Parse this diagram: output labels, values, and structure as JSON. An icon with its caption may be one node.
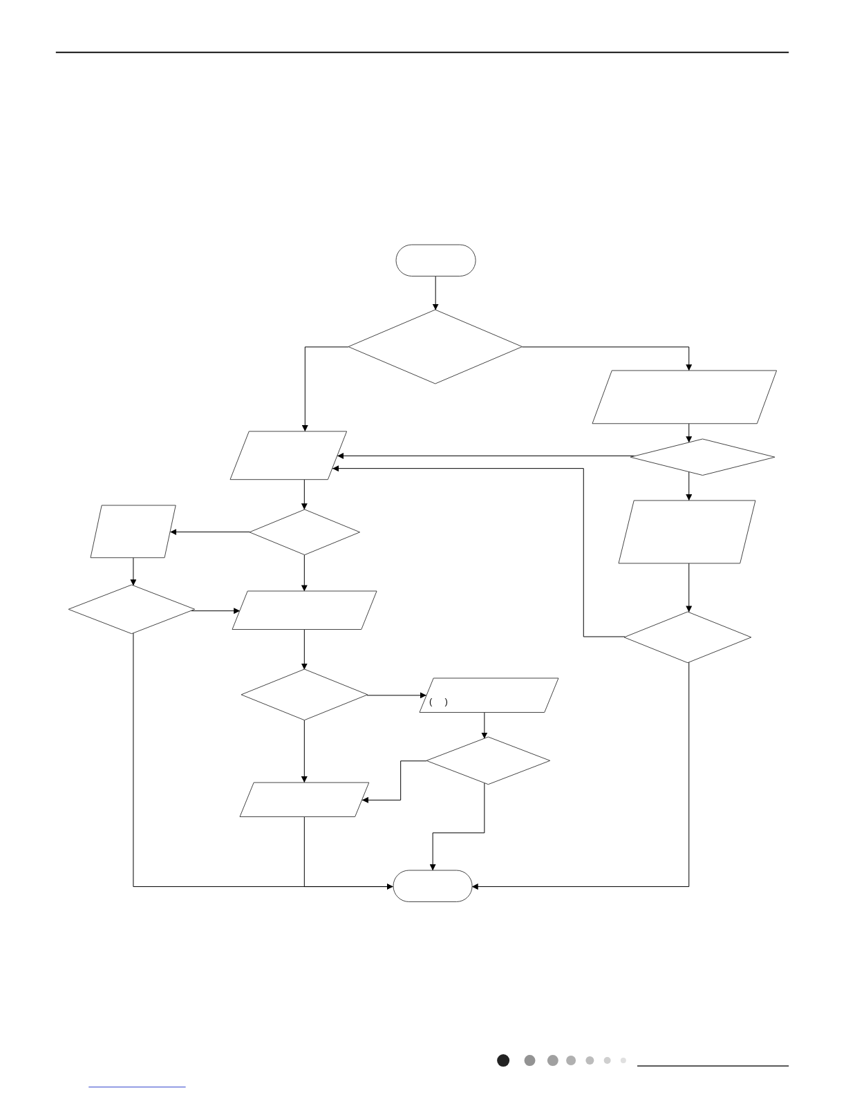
{
  "diagram": {
    "nodes": [
      {
        "text": [],
        "shape": "pill"
      },
      {
        "text": [],
        "shape": "diamond"
      },
      {
        "text": [],
        "shape": "parallelogram"
      },
      {
        "text": [],
        "shape": "parallelogram"
      },
      {
        "text": [],
        "shape": "diamond"
      },
      {
        "text": [],
        "shape": "parallelogram"
      },
      {
        "text": [],
        "shape": "diamond"
      },
      {
        "text": [],
        "shape": "parallelogram"
      },
      {
        "text": [],
        "shape": "diamond"
      },
      {
        "text": [],
        "shape": "parallelogram"
      },
      {
        "text": [],
        "shape": "diamond"
      },
      {
        "text": [],
        "shape": "diamond"
      },
      {
        "text": [
          "(     )"
        ]
      },
      {
        "text": [],
        "shape": "diamond"
      },
      {
        "text": [],
        "shape": "parallelogram"
      },
      {
        "text": [],
        "shape": "pill"
      }
    ],
    "edges": [
      {
        "from": 0,
        "to": 1,
        "arrow": "to"
      },
      {
        "from": 1,
        "to": 3,
        "arrow": "to"
      },
      {
        "from": 1,
        "to": 2,
        "arrow": "to"
      },
      {
        "from": 2,
        "to": 4,
        "arrow": "to"
      },
      {
        "from": 4,
        "to": 3,
        "arrow": "to"
      },
      {
        "from": 4,
        "to": 5,
        "arrow": "to"
      },
      {
        "from": 5,
        "to": 10,
        "arrow": "to"
      },
      {
        "from": 10,
        "to": 3,
        "arrow": "to"
      },
      {
        "from": 3,
        "to": 6,
        "arrow": "to"
      },
      {
        "from": 6,
        "to": 7,
        "arrow": "to"
      },
      {
        "from": 6,
        "to": 9,
        "arrow": "to"
      },
      {
        "from": 7,
        "to": 8,
        "arrow": "to"
      },
      {
        "from": 8,
        "to": 9,
        "arrow": "to"
      },
      {
        "from": 8,
        "to": 15,
        "arrow": "to"
      },
      {
        "from": 9,
        "to": 11,
        "arrow": "to"
      },
      {
        "from": 11,
        "to": 12,
        "arrow": "to"
      },
      {
        "from": 11,
        "to": 14,
        "arrow": "to"
      },
      {
        "from": 12,
        "to": 13,
        "arrow": "to"
      },
      {
        "from": 13,
        "to": 14,
        "arrow": "to"
      },
      {
        "from": 13,
        "to": 15,
        "arrow": "to"
      },
      {
        "from": 14,
        "to": 15,
        "arrow": "to"
      },
      {
        "from": 10,
        "to": 15,
        "arrow": "to"
      }
    ]
  }
}
